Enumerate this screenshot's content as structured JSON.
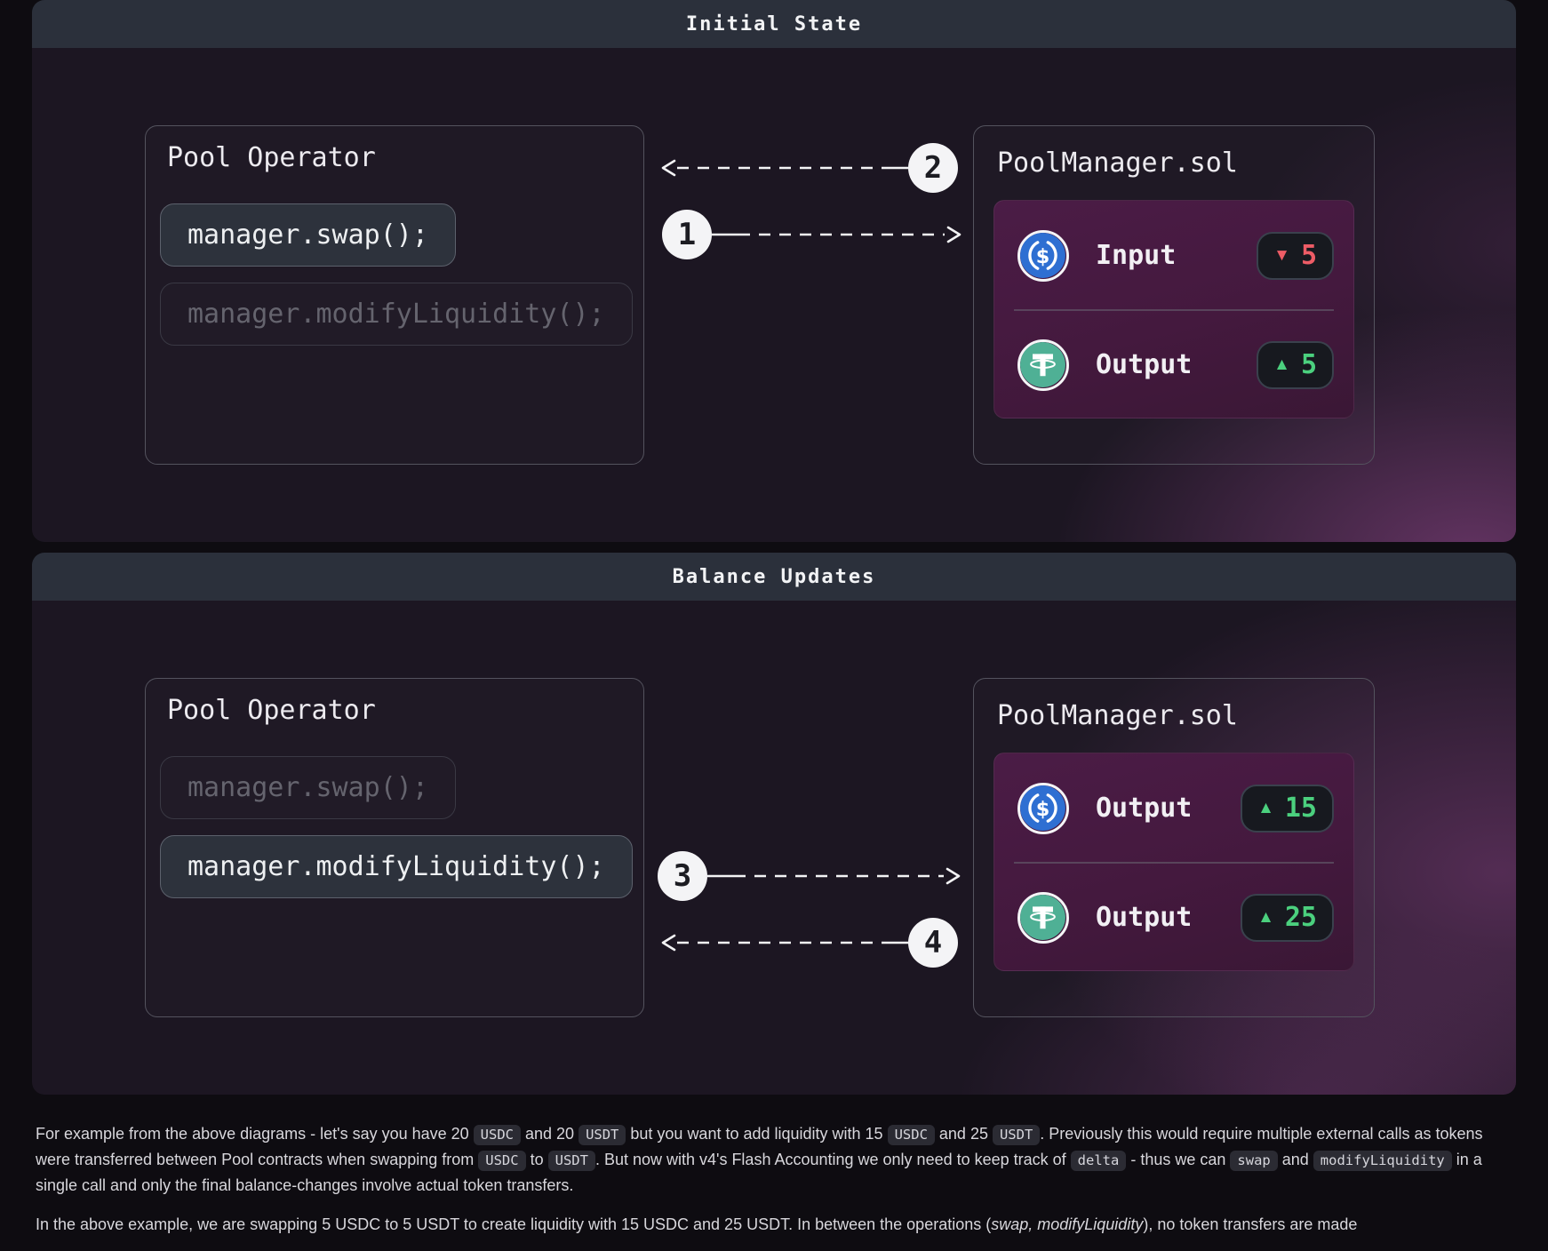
{
  "panels": [
    {
      "header": "Initial State",
      "pool_operator": {
        "title": "Pool Operator",
        "calls": [
          {
            "code": "manager.swap();",
            "state": "active"
          },
          {
            "code": "manager.modifyLiquidity();",
            "state": "inactive"
          }
        ]
      },
      "pool_manager": {
        "title": "PoolManager.sol",
        "rows": [
          {
            "token": "USDC",
            "label": "Input",
            "delta_icon": "▼",
            "value": "5",
            "direction": "down"
          },
          {
            "token": "USDT",
            "label": "Output",
            "delta_icon": "▲",
            "value": "5",
            "direction": "up"
          }
        ]
      },
      "steps": [
        {
          "number": "1",
          "direction": "right"
        },
        {
          "number": "2",
          "direction": "left"
        }
      ]
    },
    {
      "header": "Balance Updates",
      "pool_operator": {
        "title": "Pool Operator",
        "calls": [
          {
            "code": "manager.swap();",
            "state": "inactive"
          },
          {
            "code": "manager.modifyLiquidity();",
            "state": "active"
          }
        ]
      },
      "pool_manager": {
        "title": "PoolManager.sol",
        "rows": [
          {
            "token": "USDC",
            "label": "Output",
            "delta_icon": "▲",
            "value": "15",
            "direction": "up"
          },
          {
            "token": "USDT",
            "label": "Output",
            "delta_icon": "▲",
            "value": "25",
            "direction": "up"
          }
        ]
      },
      "steps": [
        {
          "number": "3",
          "direction": "right"
        },
        {
          "number": "4",
          "direction": "left"
        }
      ]
    }
  ],
  "paragraphs": [
    [
      {
        "t": "text",
        "v": "For example from the above diagrams - let's say you have 20 "
      },
      {
        "t": "code",
        "v": "USDC"
      },
      {
        "t": "text",
        "v": " and 20 "
      },
      {
        "t": "code",
        "v": "USDT"
      },
      {
        "t": "text",
        "v": " but you want to add liquidity with 15 "
      },
      {
        "t": "code",
        "v": "USDC"
      },
      {
        "t": "text",
        "v": " and 25 "
      },
      {
        "t": "code",
        "v": "USDT"
      },
      {
        "t": "text",
        "v": ". Previously this would require multiple external calls as tokens were transferred between Pool contracts when swapping from "
      },
      {
        "t": "code",
        "v": "USDC"
      },
      {
        "t": "text",
        "v": " to "
      },
      {
        "t": "code",
        "v": "USDT"
      },
      {
        "t": "text",
        "v": ". But now with v4's Flash Accounting we only need to keep track of "
      },
      {
        "t": "code",
        "v": "delta"
      },
      {
        "t": "text",
        "v": " - thus we can "
      },
      {
        "t": "code",
        "v": "swap"
      },
      {
        "t": "text",
        "v": " and "
      },
      {
        "t": "code",
        "v": "modifyLiquidity"
      },
      {
        "t": "text",
        "v": " in a single call and only the final balance-changes involve actual token transfers."
      }
    ],
    [
      {
        "t": "text",
        "v": "In the above example, we are swapping 5 USDC to 5 USDT to create liquidity with 15 USDC and 25 USDT. In between the operations ("
      },
      {
        "t": "i",
        "v": "swap, modifyLiquidity"
      },
      {
        "t": "text",
        "v": "), no token transfers are made"
      }
    ]
  ],
  "colors": {
    "usdc_blue": "#2E6FD2",
    "usdt_teal": "#4FB095",
    "delta_down_red": "#EE5C66",
    "delta_up_green": "#4BD07E",
    "header_bar": "#2B303B",
    "card_purple": "#4B1C46"
  }
}
